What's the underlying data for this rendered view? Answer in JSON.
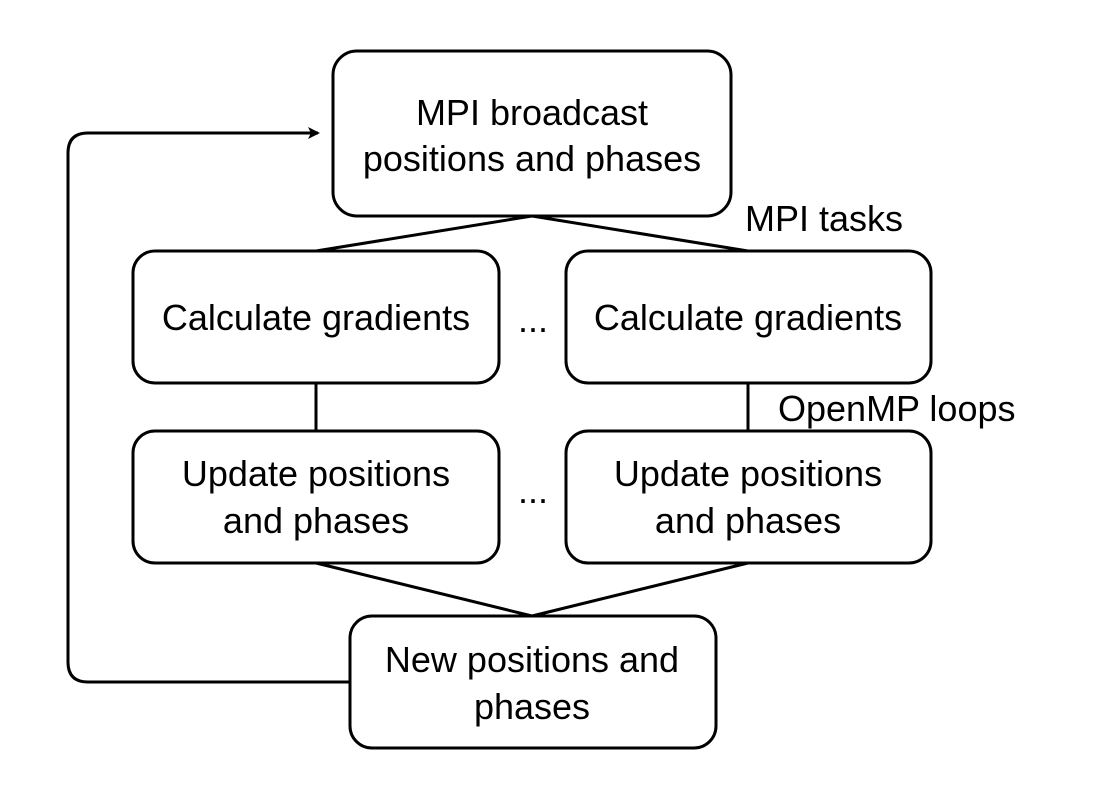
{
  "nodes": {
    "broadcast": {
      "line1": "MPI broadcast",
      "line2": "positions and phases"
    },
    "calc_left": {
      "line1": "Calculate gradients"
    },
    "calc_right": {
      "line1": "Calculate gradients"
    },
    "update_left": {
      "line1": "Update positions",
      "line2": "and phases"
    },
    "update_right": {
      "line1": "Update positions",
      "line2": "and phases"
    },
    "new_positions": {
      "line1": "New positions and",
      "line2": "phases"
    }
  },
  "annotations": {
    "ellipsis_calc": "...",
    "ellipsis_update": "...",
    "mpi_tasks": "MPI tasks",
    "openmp_loops": "OpenMP loops"
  }
}
